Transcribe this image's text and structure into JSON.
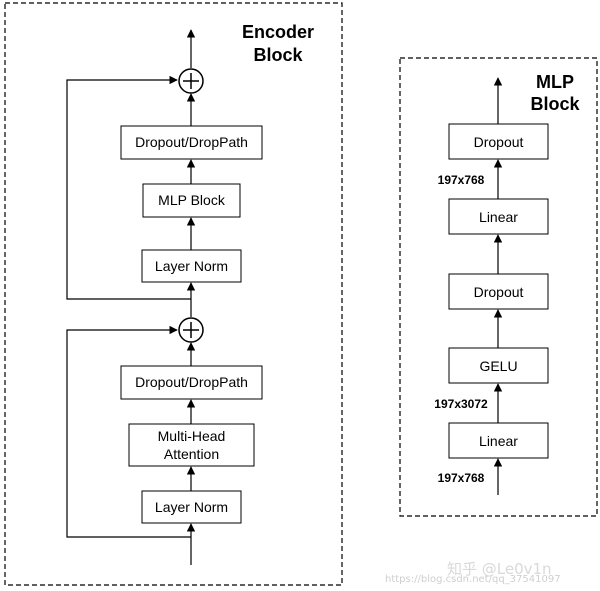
{
  "encoder": {
    "title_line1": "Encoder",
    "title_line2": "Block",
    "dropout_top": "Dropout/DropPath",
    "mlp_block": "MLP Block",
    "layer_norm_top": "Layer Norm",
    "dropout_bottom": "Dropout/DropPath",
    "attention_line1": "Multi-Head",
    "attention_line2": "Attention",
    "layer_norm_bottom": "Layer Norm"
  },
  "mlp": {
    "title_line1": "MLP",
    "title_line2": "Block",
    "dropout_top": "Dropout",
    "linear_top": "Linear",
    "dropout_bottom": "Dropout",
    "gelu": "GELU",
    "linear_bottom": "Linear",
    "dim_output": "197x768",
    "dim_hidden": "197x3072",
    "dim_input": "197x768"
  },
  "watermark": {
    "main": "知乎 @Le0v1n",
    "url": "https://blog.csdn.net/qq_37541097"
  }
}
